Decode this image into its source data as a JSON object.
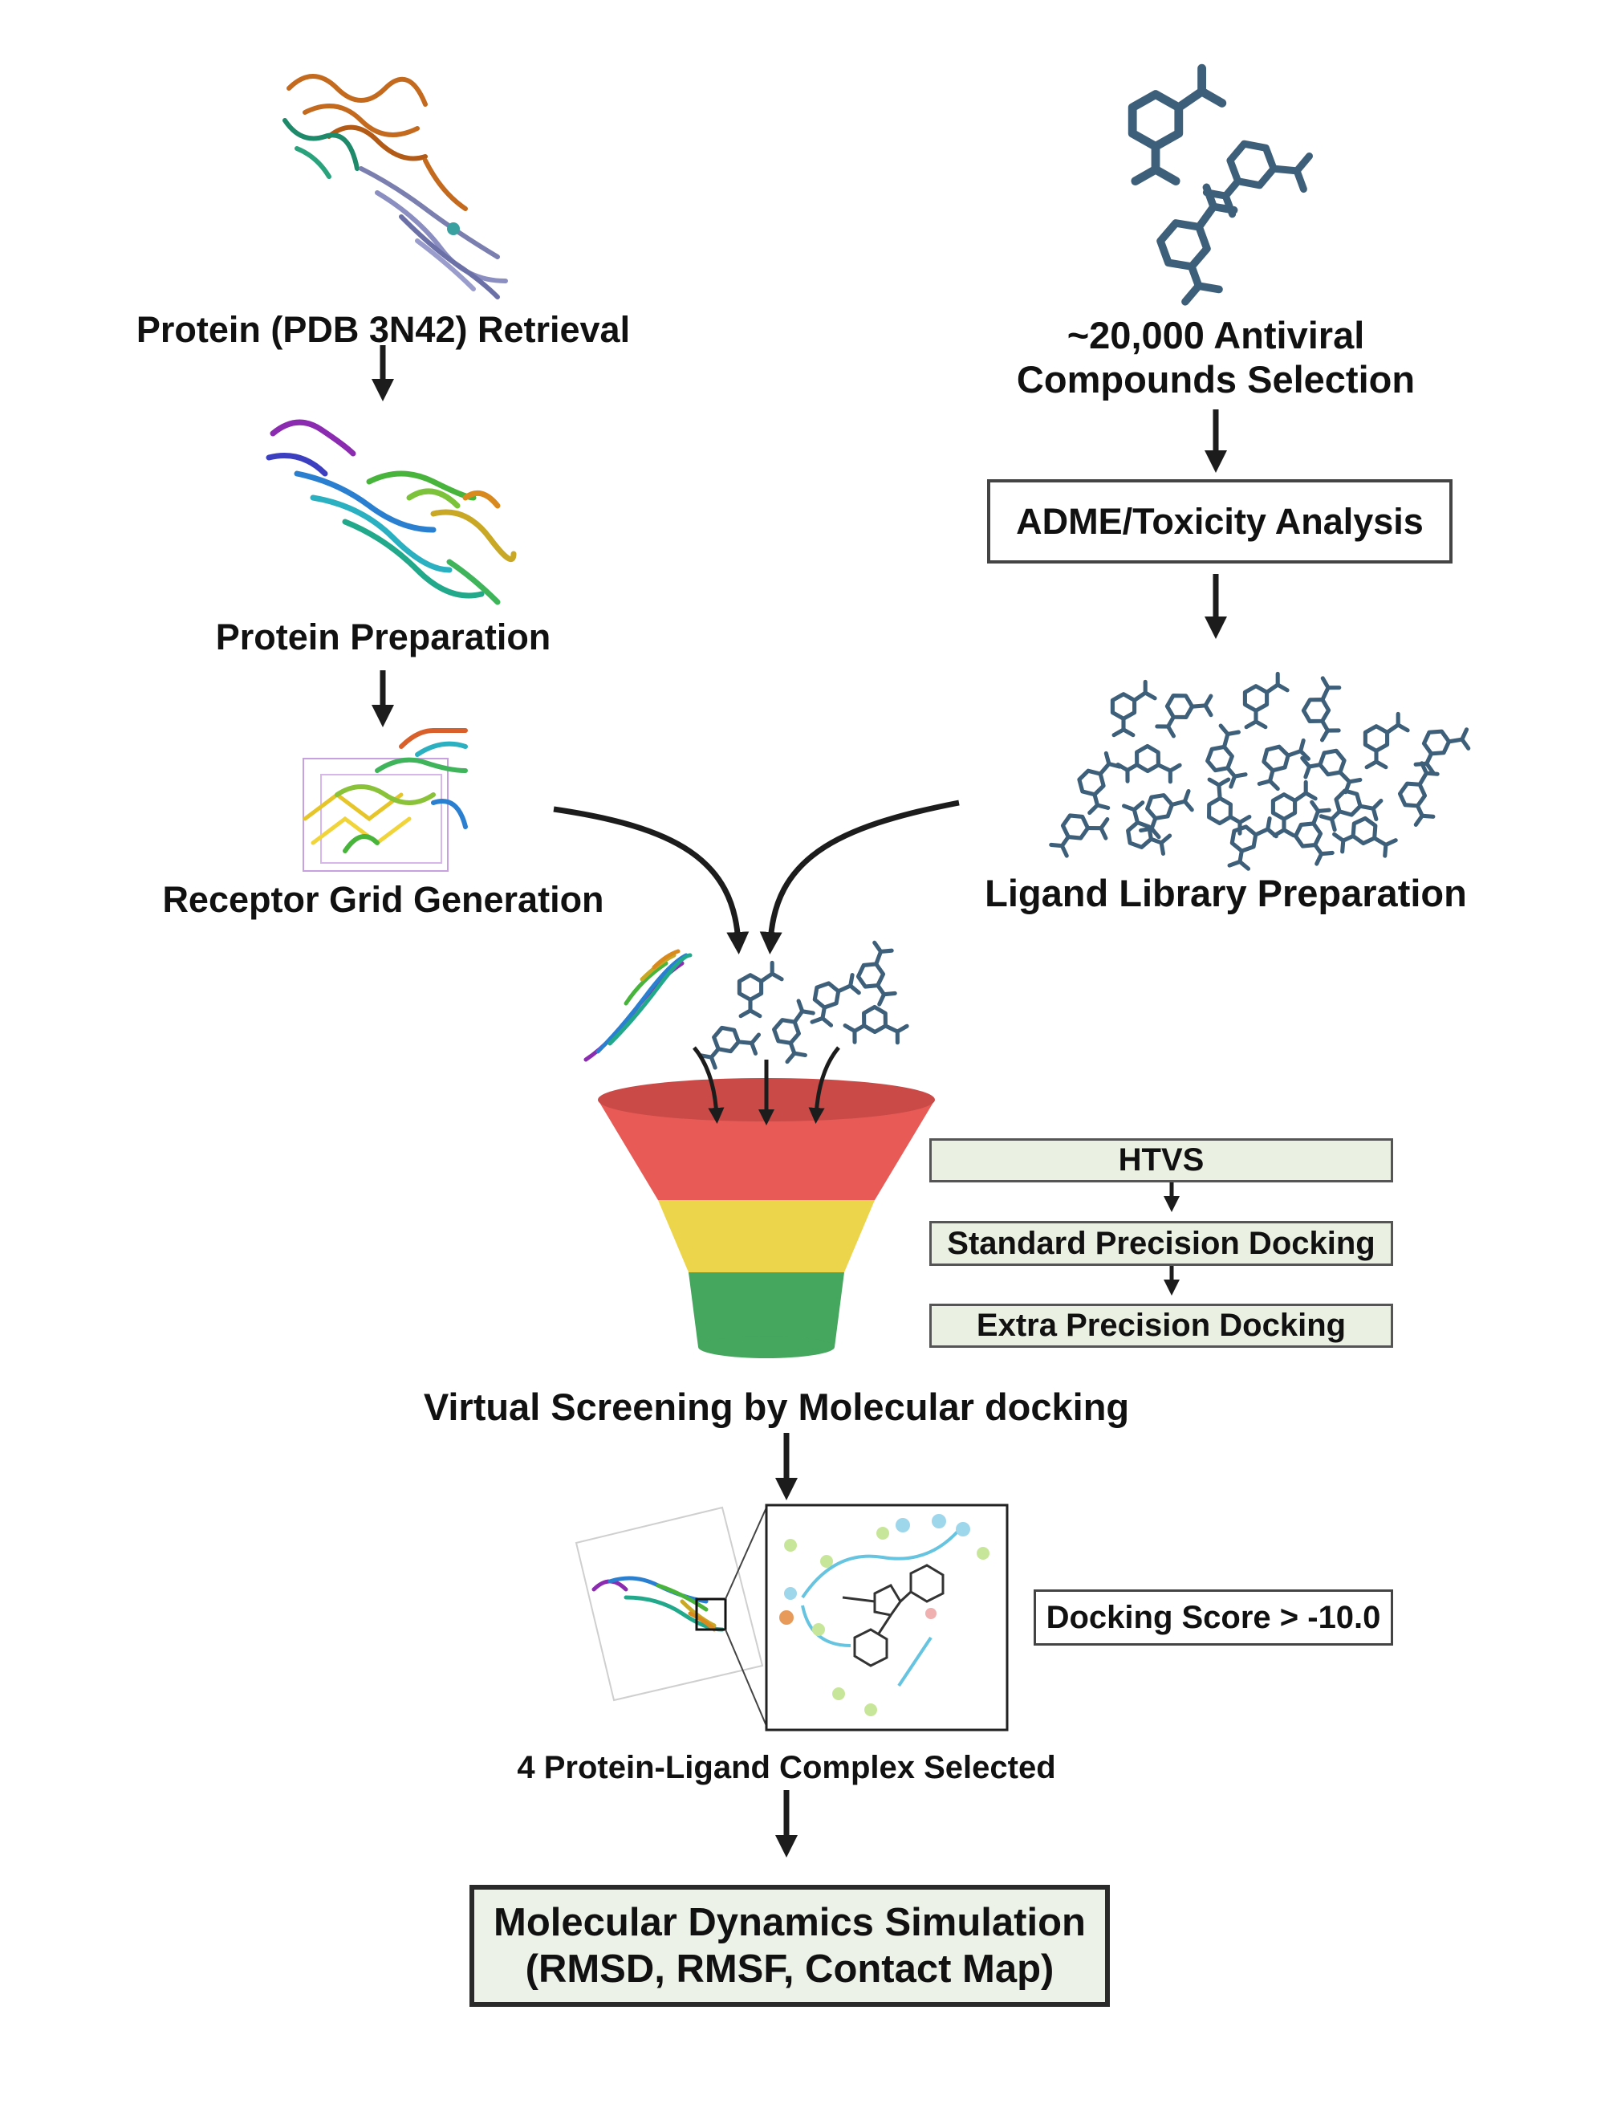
{
  "labels": {
    "protein_retrieval": "Protein (PDB 3N42) Retrieval",
    "protein_preparation": "Protein Preparation",
    "receptor_grid": "Receptor Grid Generation",
    "compounds_line1": "~20,000 Antiviral",
    "compounds_line2": "Compounds Selection",
    "adme_box": "ADME/Toxicity Analysis",
    "ligand_library": "Ligand Library Preparation",
    "virtual_screening": "Virtual Screening by Molecular docking",
    "htvs": "HTVS",
    "sp_docking": "Standard Precision Docking",
    "xp_docking": "Extra Precision Docking",
    "docking_score": "Docking Score > -10.0",
    "complex_selected": "4 Protein-Ligand Complex Selected",
    "md_line1": "Molecular Dynamics Simulation",
    "md_line2": "(RMSD, RMSF, Contact Map)"
  },
  "colors": {
    "funnel_top": "#e85a56",
    "funnel_middle": "#ecd54a",
    "funnel_bottom": "#45a65e",
    "molecule": "#3e5f7a",
    "stage_box_fill": "#eaf0e2",
    "md_box_fill": "#ecf2e8"
  },
  "icons": [
    "protein-ribbon-icon",
    "molecule-icon",
    "ligand-library-icon",
    "funnel-icon",
    "interaction-diagram-icon"
  ]
}
